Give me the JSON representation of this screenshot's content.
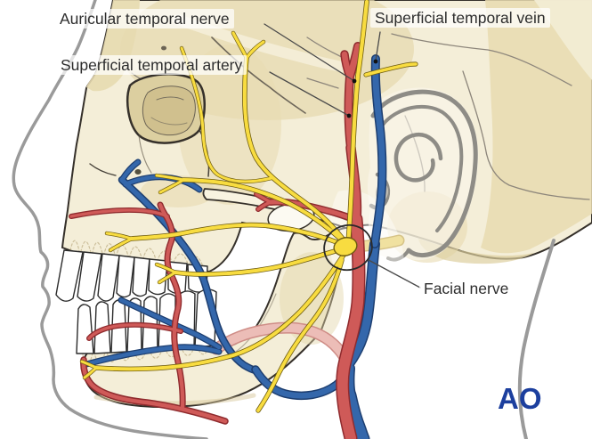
{
  "figure": {
    "type": "anatomical-illustration",
    "subject": "Lateral view of skull with facial nerve, superficial temporal vessels and ear"
  },
  "labels": {
    "auricular_temporal_nerve": "Auricular temporal nerve",
    "superficial_temporal_artery": "Superficial temporal artery",
    "superficial_temporal_vein": "Superficial temporal vein",
    "facial_nerve": "Facial nerve"
  },
  "logo": {
    "text": "AO"
  },
  "structures": [
    {
      "name": "nerves",
      "color": "#f8dc40"
    },
    {
      "name": "arteries",
      "color": "#cf5a58"
    },
    {
      "name": "veins",
      "color": "#3467ab"
    }
  ],
  "colors": {
    "background": "#ffffff",
    "bone_cream": "#f4eed8",
    "bone_shadow": "#e7dab0",
    "outline_dark": "#35302a",
    "suture_gray": "#8d867b",
    "artery_red": "#cf5a58",
    "artery_outline": "#8f2b2e",
    "vein_blue": "#3467ab",
    "vein_outline": "#1d3e70",
    "nerve_yellow": "#f8dc40",
    "nerve_outline": "#6e5c10",
    "nerve_trunk_pale": "#f0e1a0",
    "duct_pink": "#ecbdb7",
    "duct_pink_edge": "#cf8d87",
    "ear_gray": "#8e8c86",
    "skin_line_gray": "#9a9a9a",
    "annotation_dark": "#2a2a2a",
    "logo_blue": "#1c3f9e"
  }
}
